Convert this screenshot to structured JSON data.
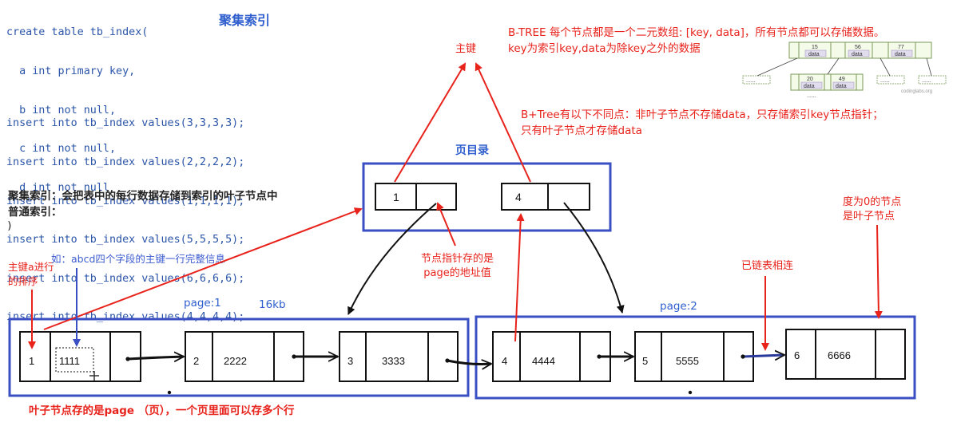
{
  "sql": {
    "create": [
      "create table tb_index(",
      "  a int primary key,",
      "  b int not null,",
      "  c int not null,",
      "  d int not null",
      ")"
    ],
    "inserts": [
      "insert into tb_index values(3,3,3,3);",
      "insert into tb_index values(2,2,2,2);",
      "insert into tb_index values(1,1,1,1);",
      "insert into tb_index values(5,5,5,5);",
      "insert into tb_index values(6,6,6,6);",
      "insert into tb_index values(4,4,4,4);"
    ]
  },
  "title": "聚集索引",
  "btree_note": {
    "line1": "B-TREE 每个节点都是一个二元数组: [key, data]，所有节点都可以存储数据。",
    "line2": "key为索引key,data为除key之外的数据"
  },
  "bplus_note": {
    "line1": "B+Tree有以下不同点：非叶子节点不存储data，只存储索引key节点指针；",
    "line2": "只有叶子节点才存储data"
  },
  "primary_key_label": "主键",
  "page_dir_label": "页目录",
  "definitions": {
    "clustered": "聚集索引：会把表中的每行数据存储到索引的叶子节点中",
    "normal": "普通索引："
  },
  "pointer_note": {
    "line1": "节点指针存的是",
    "line2": "page的地址值"
  },
  "leaf_degree_note": {
    "line1": "度为0的节点",
    "line2": "是叶子节点"
  },
  "linked_note": "已链表相连",
  "sort_note": {
    "line1": "主键a进行",
    "line2": "的排序"
  },
  "row_note": "如：abcd四个字段的主键一行完整信息",
  "page1": {
    "label": "page:1",
    "size": "16kb"
  },
  "page2": {
    "label": "page:2"
  },
  "footer": "叶子节点存的是page （页），一个页里面可以存多个行",
  "root": [
    {
      "key": "1"
    },
    {
      "key": "4"
    }
  ],
  "leaves": [
    {
      "key": "1",
      "data": "1111"
    },
    {
      "key": "2",
      "data": "2222"
    },
    {
      "key": "3",
      "data": "3333"
    },
    {
      "key": "4",
      "data": "4444"
    },
    {
      "key": "5",
      "data": "5555"
    },
    {
      "key": "6",
      "data": "6666"
    }
  ],
  "mini_tree": {
    "top": [
      {
        "key": "15",
        "data": "data"
      },
      {
        "key": "56",
        "data": "data"
      },
      {
        "key": "77",
        "data": "data"
      }
    ],
    "bottom": [
      {
        "key": "20",
        "data": "data"
      },
      {
        "key": "49",
        "data": "data"
      }
    ],
    "ellipsis": [
      "......",
      "......",
      "......",
      "......"
    ],
    "credit": "codinglabs.org"
  },
  "colors": {
    "red": "#e8231c",
    "blue": "#3b4fc4",
    "text": "#222222"
  }
}
